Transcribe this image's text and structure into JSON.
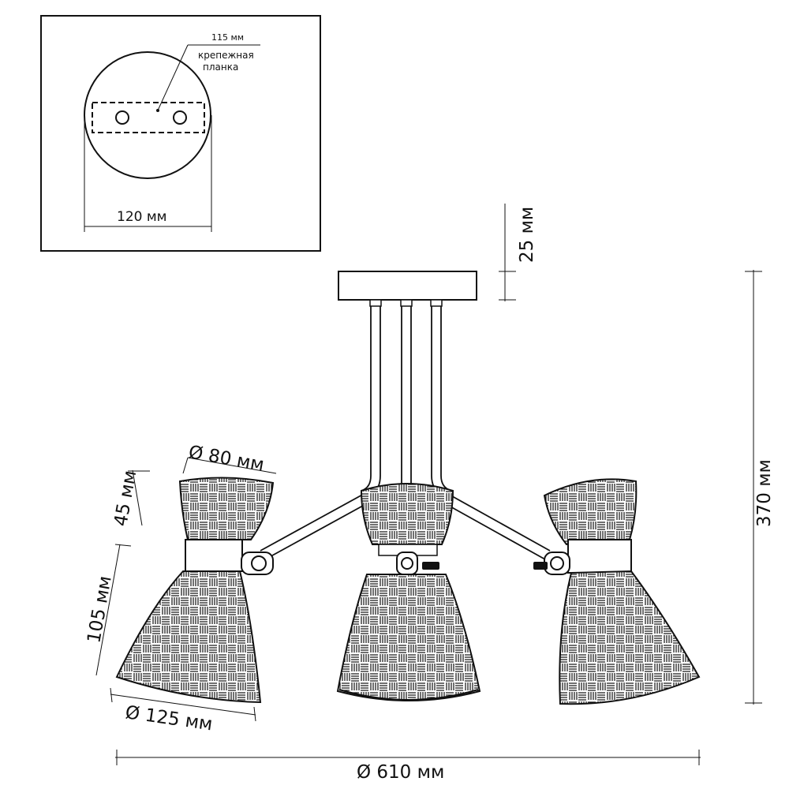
{
  "inset": {
    "bracket_label": "115 мм",
    "bracket_note_line1": "крепежная",
    "bracket_note_line2": "планка",
    "base_width": "120 мм"
  },
  "dimensions": {
    "canopy_height": "25 мм",
    "total_height": "370 мм",
    "shade_top_diameter": "Ø 80 мм",
    "shade_top_height": "45 мм",
    "shade_bottom_height": "105 мм",
    "shade_bottom_diameter": "Ø 125 мм",
    "total_diameter": "Ø 610 мм"
  }
}
